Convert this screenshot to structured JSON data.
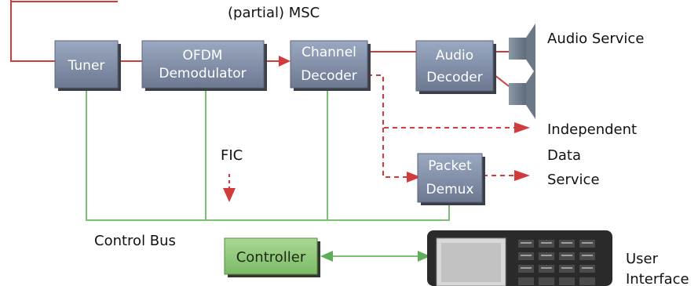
{
  "labels": {
    "msc": "(partial) MSC",
    "fic": "FIC",
    "control_bus": "Control Bus",
    "audio_service": "Audio Service",
    "independent_line1": "Independent",
    "independent_line2": "Data",
    "independent_line3": "Service",
    "user_line1": "User",
    "user_line2": "Interface"
  },
  "blocks": {
    "tuner": "Tuner",
    "ofdm_line1": "OFDM",
    "ofdm_line2": "Demodulator",
    "channel_line1": "Channel",
    "channel_line2": "Decoder",
    "audio_line1": "Audio",
    "audio_line2": "Decoder",
    "packet_line1": "Packet",
    "packet_line2": "Demux",
    "controller": "Controller"
  },
  "colors": {
    "block_fill": "#7a8499",
    "block_fill_light": "#8b9bb3",
    "controller_fill": "#8fc87a",
    "signal_line": "#d23b3b",
    "control_line": "#7bbf73",
    "device_dark": "#2a2a2a"
  }
}
